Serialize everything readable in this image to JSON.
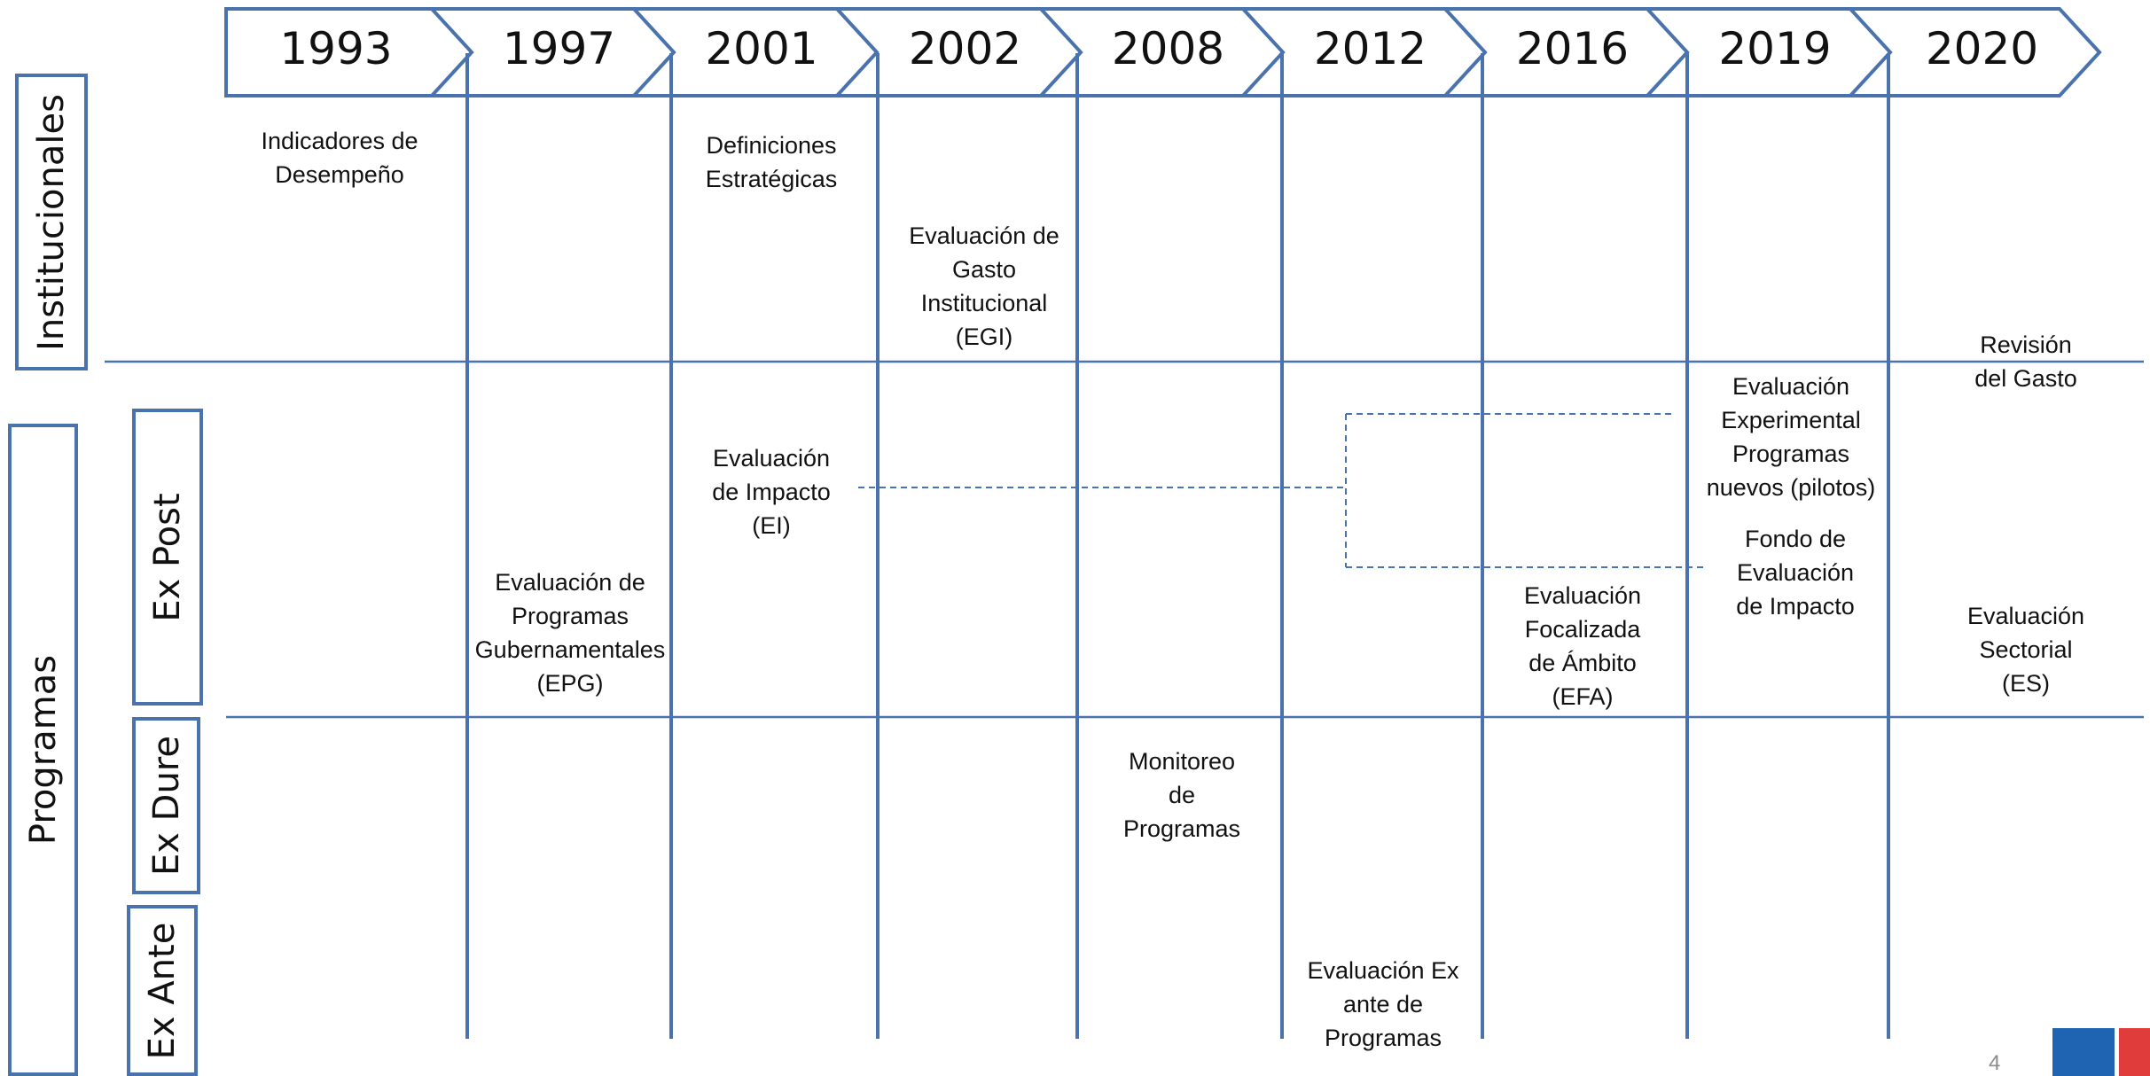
{
  "colors": {
    "line": "#4a72ad",
    "text": "#111111",
    "background": "#ffffff",
    "page_number": "#8c8c8c",
    "logo_blue": "#1f64b3",
    "logo_red": "#e03c3c"
  },
  "timeline": {
    "years": [
      "1993",
      "1997",
      "2001",
      "2002",
      "2008",
      "2012",
      "2016",
      "2019",
      "2020"
    ]
  },
  "row_headers": {
    "institucionales": "Institucionales",
    "programas": "Programas",
    "ex_post": "Ex Post",
    "ex_dure": "Ex Dure",
    "ex_ante": "Ex Ante"
  },
  "labels": {
    "indicadores": "Indicadores de\nDesempeño",
    "definiciones": "Definiciones\nEstratégicas",
    "egi": "Evaluación de\nGasto\nInstitucional\n(EGI)",
    "revision": "Revisión\ndel Gasto",
    "ei": "Evaluación\nde Impacto\n(EI)",
    "epg": "Evaluación de\nProgramas\nGubernamentales\n(EPG)",
    "experimental": "Evaluación\nExperimental\nProgramas\nnuevos (pilotos)",
    "fondo": "Fondo de\nEvaluación\nde Impacto",
    "efa": "Evaluación\nFocalizada\nde Ámbito\n(EFA)",
    "es": "Evaluación\nSectorial\n(ES)",
    "monitoreo": "Monitoreo\nde\nProgramas",
    "exante": "Evaluación Ex\nante de\nProgramas"
  },
  "page_number": "4"
}
